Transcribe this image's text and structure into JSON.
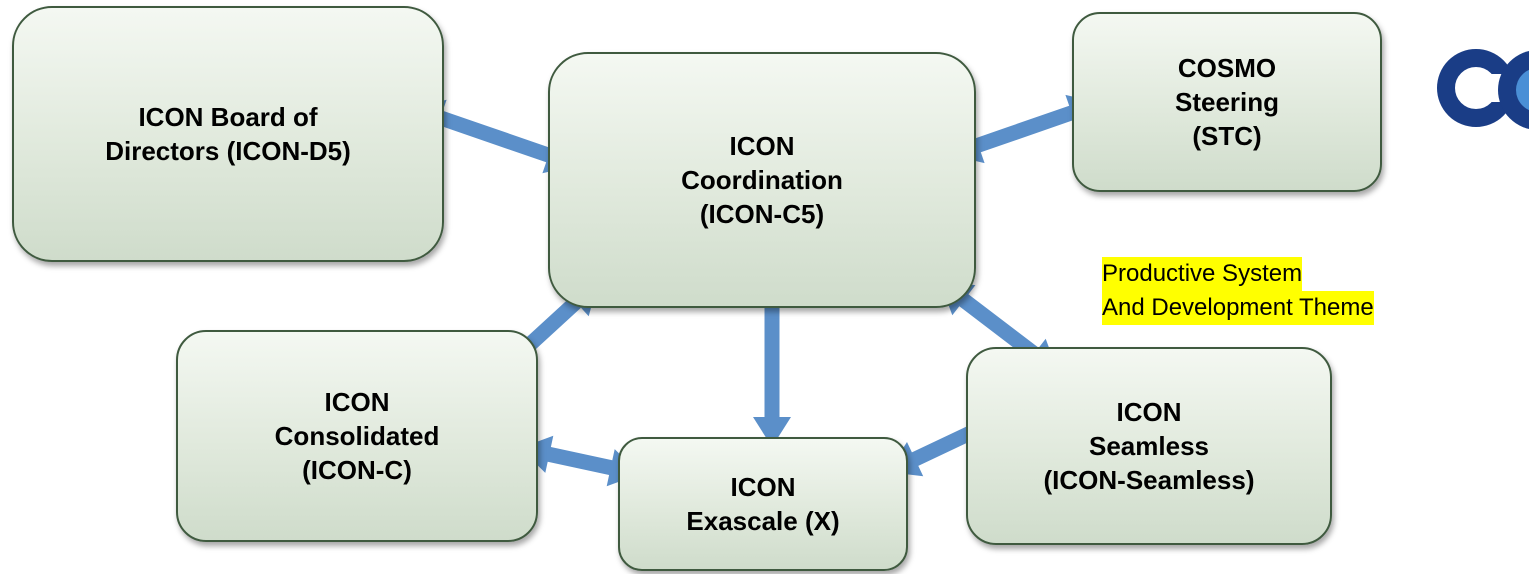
{
  "nodes": {
    "board": {
      "lines": [
        "ICON Board of",
        "Directors (ICON-D5)"
      ]
    },
    "coordination": {
      "lines": [
        "ICON",
        "Coordination",
        "(ICON-C5)"
      ]
    },
    "cosmo": {
      "lines": [
        "COSMO",
        "Steering",
        "(STC)"
      ]
    },
    "consolidated": {
      "lines": [
        "ICON",
        "Consolidated",
        "(ICON-C)"
      ]
    },
    "exascale": {
      "lines": [
        "ICON",
        "Exascale (X)"
      ]
    },
    "seamless": {
      "lines": [
        "ICON",
        "Seamless",
        "(ICON-Seamless)"
      ]
    }
  },
  "note": {
    "lines": [
      "Productive System",
      "And Development Theme"
    ]
  },
  "colors": {
    "arrow": "#5b8fc9",
    "box_border": "#3f5a3f",
    "box_fill": "#dfe8db",
    "highlight": "#ffff00",
    "logo": "#1a3d86"
  },
  "edges": [
    {
      "from": "board",
      "to": "coordination",
      "direction": "both"
    },
    {
      "from": "coordination",
      "to": "cosmo",
      "direction": "both"
    },
    {
      "from": "coordination",
      "to": "consolidated",
      "direction": "both"
    },
    {
      "from": "coordination",
      "to": "exascale",
      "direction": "both"
    },
    {
      "from": "coordination",
      "to": "seamless",
      "direction": "both"
    },
    {
      "from": "consolidated",
      "to": "exascale",
      "direction": "both"
    },
    {
      "from": "exascale",
      "to": "seamless",
      "direction": "both"
    }
  ],
  "logo": {
    "icon": "cosmo-logo-icon"
  }
}
